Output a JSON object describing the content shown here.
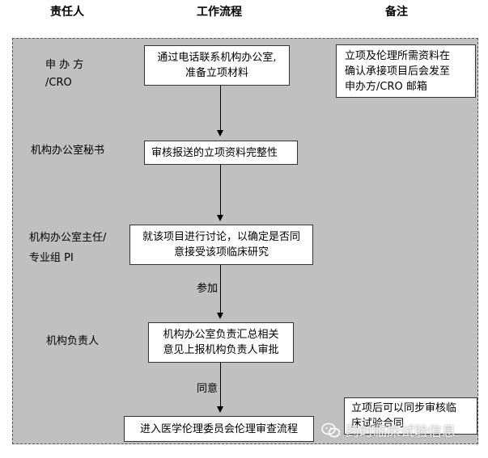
{
  "headers": {
    "responsible": "责任人",
    "workflow": "工作流程",
    "notes": "备注"
  },
  "roles": {
    "sponsor_line1": "申 办 方",
    "sponsor_line2": "/CRO",
    "secretary": "机构办公室秘书",
    "director_line1": "机构办公室主任/",
    "director_line2": "专业组 PI",
    "head": "机构负责人"
  },
  "steps": {
    "step1_line1": "通过电话联系机构办公室,",
    "step1_line2": "准备立项材料",
    "step2": "审核报送的立项资料完整性",
    "step3_line1": "就该项目进行讨论，以确定是否同",
    "step3_line2": "意接受该项临床研究",
    "step4_line1": "机构办公室负责汇总相关",
    "step4_line2": "意见上报机构负责人审批",
    "step5": "进入医学伦理委员会伦理审查流程"
  },
  "edge_labels": {
    "participate": "参加",
    "agree": "同意"
  },
  "notes": {
    "note1_line1": "立项及伦理所需资料在",
    "note1_line2": "确认承接项目后会发至",
    "note1_line3": "申办方/CRO 邮箱",
    "note2_line1": "立项后可以同步审核临",
    "note2_line2": "床试验合同"
  },
  "watermark": {
    "text": "药时临床试验信息",
    "icon": "wechat-icon"
  },
  "colors": {
    "panel": "#c0c0c0",
    "box": "#ffffff",
    "line": "#000000"
  }
}
